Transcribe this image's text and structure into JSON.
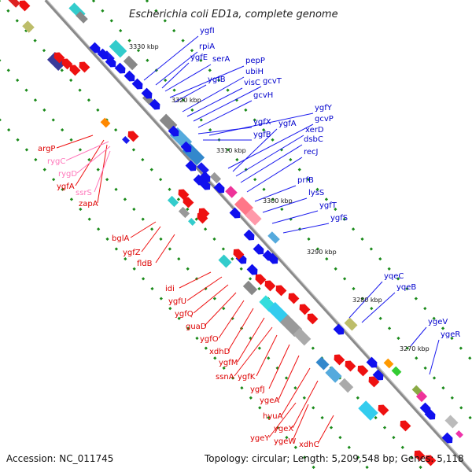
{
  "header": {
    "title": "Escherichia coli ED1a, complete genome"
  },
  "footer": {
    "accession": "Accession: NC_011745",
    "topology": "Topology: circular; Length: 5,209,548 bp; Genes: 5,118"
  },
  "colors": {
    "forward_label": "#0000cc",
    "reverse_label": "#dd0000",
    "rna_label": "#ff77bb",
    "backbone": "#8a8a8a",
    "dots": "#1a8a1a"
  },
  "scale_marks": [
    "3330 kbp",
    "3320 kbp",
    "3310 kbp",
    "3300 kbp",
    "3290 kbp",
    "3280 kbp",
    "3270 kbp"
  ],
  "forward_genes": [
    "ygfI",
    "rpiA",
    "ygfE",
    "serA",
    "pepP",
    "ygfB",
    "ubiH",
    "visC",
    "gcvT",
    "gcvH",
    "ygfY",
    "gcvP",
    "ygfA",
    "ygfX",
    "xerD",
    "ygfB",
    "dsbC",
    "recJ",
    "prfB",
    "lysS",
    "ygfT",
    "ygfS",
    "yqeC",
    "yqeB",
    "ygeV",
    "ygeR"
  ],
  "reverse_genes": [
    "argP",
    "ygfA",
    "zapA",
    "bglA",
    "ygfZ",
    "fldB",
    "idi",
    "ygfU",
    "ygfQ",
    "guaD",
    "ygfO",
    "xdhD",
    "ygfM",
    "ssnA",
    "ygfK",
    "ygfJ",
    "ygeA",
    "hyuA",
    "ygeX",
    "ygeY",
    "ygeW",
    "xdhC"
  ],
  "rna_genes": [
    "rygC",
    "rygD",
    "ssrS"
  ]
}
